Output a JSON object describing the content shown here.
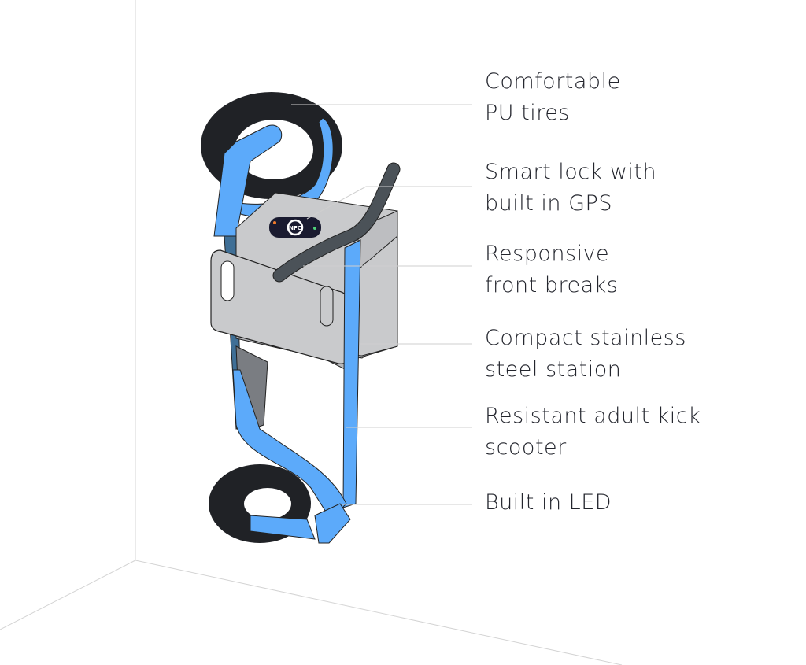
{
  "colors": {
    "frame_blue": "#5caafa",
    "tire": "#202226",
    "station": "#c9cacc",
    "handlebar": "#4b5258",
    "text": "#23252d",
    "leader": "#cfcfcf"
  },
  "lock_logo_text": "NFC",
  "labels": [
    {
      "line1": "Comfortable",
      "line2": "PU tires"
    },
    {
      "line1": "Smart lock with",
      "line2": "built in GPS"
    },
    {
      "line1": "Responsive",
      "line2": "front breaks"
    },
    {
      "line1": "Compact stainless",
      "line2": "steel station"
    },
    {
      "line1": "Resistant adult kick",
      "line2": "scooter"
    },
    {
      "line1": "Built in LED",
      "line2": ""
    }
  ]
}
